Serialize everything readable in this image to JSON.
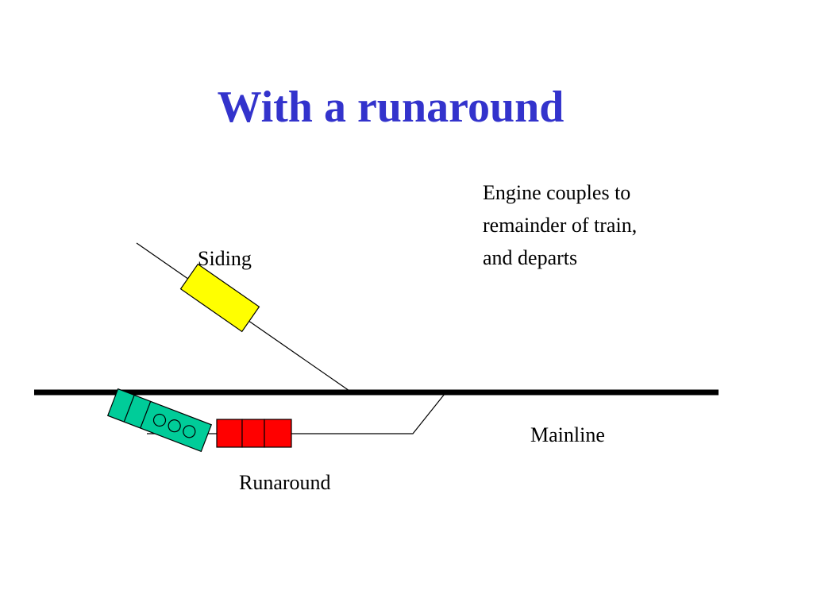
{
  "title": "With a runaround",
  "caption": "Engine couples to\nremainder of train,\nand departs",
  "labels": {
    "siding": "Siding",
    "mainline": "Mainline",
    "runaround": "Runaround"
  },
  "colors": {
    "title": "#3333cc",
    "siding_car": "#ffff00",
    "runaround_cars": "#ff0000",
    "engine": "#00cc99",
    "track": "#000000"
  }
}
